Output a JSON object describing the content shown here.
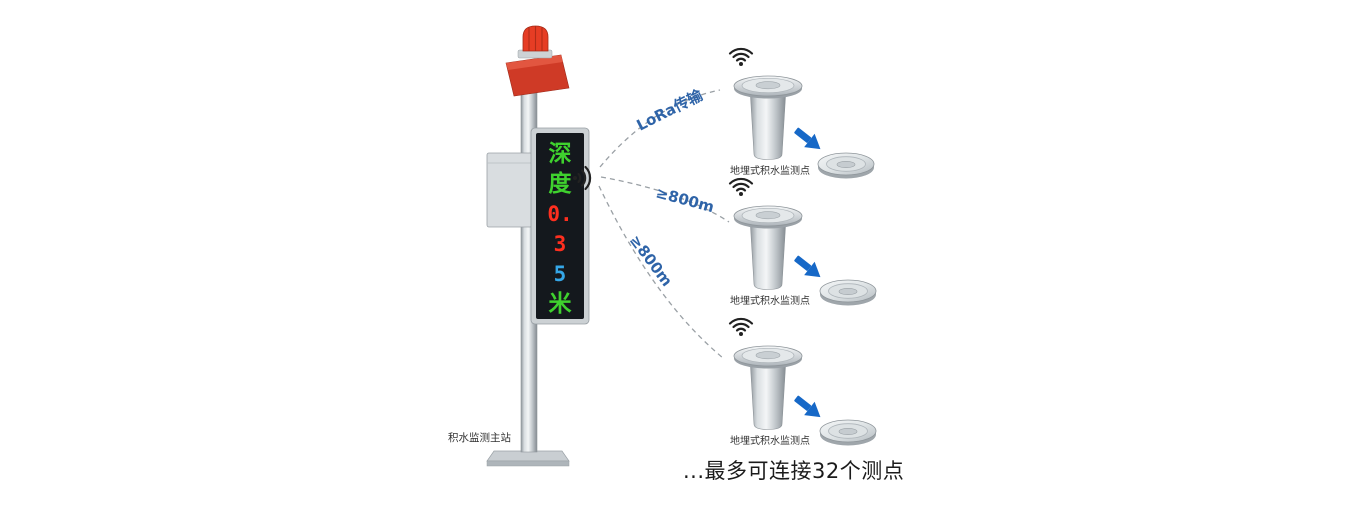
{
  "colors": {
    "alarm_red": "#cf3a26",
    "beacon_red": "#e63d24",
    "link_label_blue": "#2f64a8",
    "arrow_blue": "#1668c7",
    "dash_gray": "#9aa0a5",
    "led_green": "#3fd12e",
    "led_red": "#ff2f1f",
    "led_blue": "#35a7e8"
  },
  "icons": {
    "wifi": "wifi-signal-arcs",
    "alarm": "red-beacon-light",
    "arrow": "thick-blue-arrow"
  },
  "main_station": {
    "label": "积水监测主站",
    "display_chars": [
      {
        "ch": "深",
        "color": "#3fd12e"
      },
      {
        "ch": "度",
        "color": "#3fd12e"
      },
      {
        "ch": "0.",
        "color": "#ff2f1f"
      },
      {
        "ch": "3",
        "color": "#ff2f1f"
      },
      {
        "ch": "5",
        "color": "#35a7e8"
      },
      {
        "ch": "米",
        "color": "#3fd12e"
      }
    ]
  },
  "links": [
    {
      "label": "LoRa传输"
    },
    {
      "label": "≥800m"
    },
    {
      "label": "≥800m"
    }
  ],
  "sensors": [
    {
      "label": "地埋式积水监测点"
    },
    {
      "label": "地埋式积水监测点"
    },
    {
      "label": "地埋式积水监测点"
    }
  ],
  "footer": "...最多可连接32个测点"
}
